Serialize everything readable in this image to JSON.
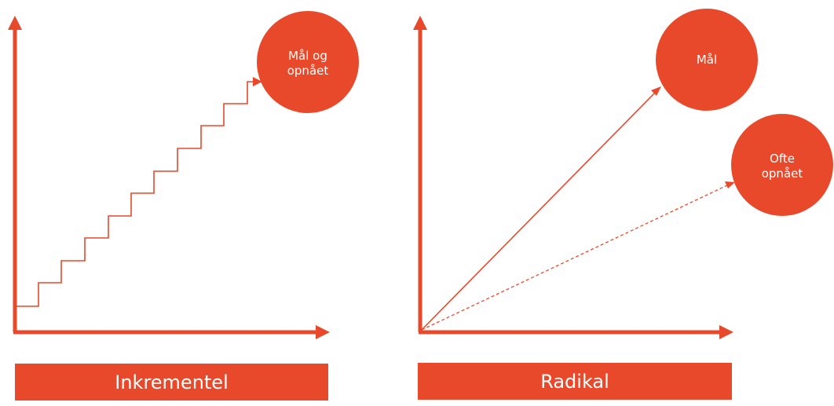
{
  "colors": {
    "accent": "#E8492B",
    "text_on_accent": "#FFFFFF",
    "background": "#FFFFFF"
  },
  "panels": [
    {
      "id": "incremental",
      "banner": "Inkrementel",
      "circle_labels": [
        "Mål og",
        "opnået"
      ]
    },
    {
      "id": "radical",
      "banner": "Radikal",
      "goal_circle_label": "Mål",
      "achieved_circle_labels": [
        "Ofte",
        "opnået"
      ]
    }
  ]
}
